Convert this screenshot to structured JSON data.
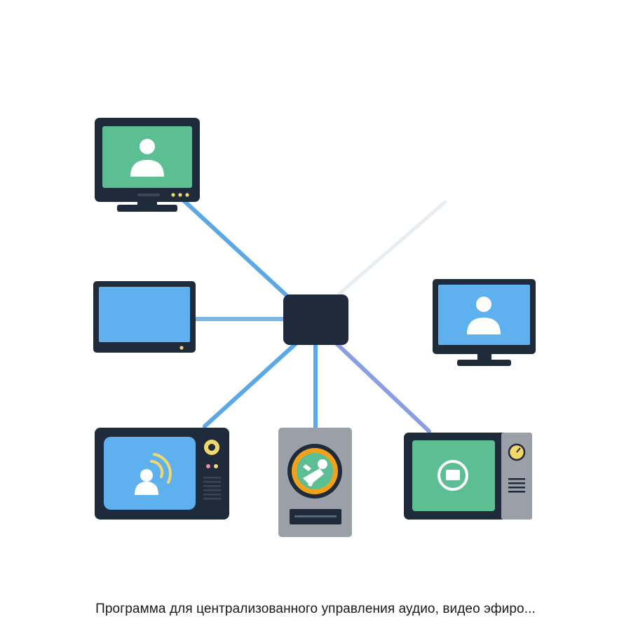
{
  "caption": "Программа для централизованного управления аудио, видео эфиро...",
  "colors": {
    "dark": "#1f2a3a",
    "screen_blue": "#5fb0ef",
    "screen_green": "#5cbf93",
    "link_blue": "#5aa8e6",
    "link_lavender": "#8a9ee6",
    "link_faint": "#e6ecf2",
    "metal_gray": "#9a9fa8",
    "orange": "#f0a21a",
    "indicator_yellow": "#f2d76b"
  },
  "devices": [
    {
      "name": "tv-top-left",
      "icon": "person-icon",
      "screen": "green"
    },
    {
      "name": "monitor-mid-left",
      "icon": "none",
      "screen": "blue"
    },
    {
      "name": "monitor-right",
      "icon": "person-icon",
      "screen": "blue"
    },
    {
      "name": "retro-tv-bottom-left",
      "icon": "broadcast-person-icon",
      "screen": "blue"
    },
    {
      "name": "radio-bottom-center",
      "icon": "satellite-icon",
      "screen": "orange"
    },
    {
      "name": "retro-tv-bottom-right",
      "icon": "record-icon",
      "screen": "green"
    }
  ],
  "hub": {
    "name": "central-hub"
  }
}
